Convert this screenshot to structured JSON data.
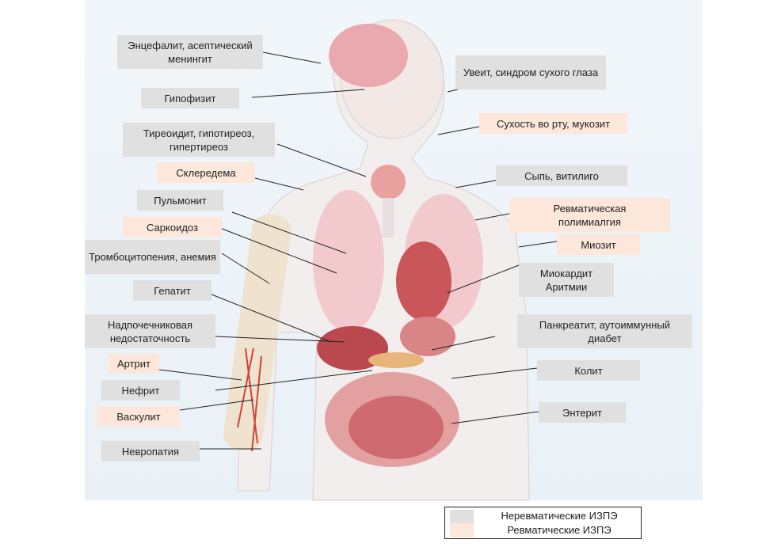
{
  "labels": {
    "encephalitis": "Энцефалит, асептический менингит",
    "hypophysitis": "Гипофизит",
    "thyroiditis": "Тиреоидит, гипотиреоз, гипертиреоз",
    "scleredema": "Склередема",
    "pneumonitis": "Пульмонит",
    "sarcoidosis": "Саркоидоз",
    "thrombocytopenia": "Тромбоцитопения, анемия",
    "hepatitis": "Гепатит",
    "adrenal": "Надпочечниковая недостаточность",
    "arthritis": "Артрит",
    "nephritis": "Нефрит",
    "vasculitis": "Васкулит",
    "neuropathy": "Невропатия",
    "uveitis": "Увеит, синдром сухого глаза",
    "dry_mouth": "Сухость во рту, мукозит",
    "rash": "Сыпь, витилиго",
    "pmr": "Ревматическая полимиалгия",
    "myositis": "Миозит",
    "myocarditis": "Миокардит Аритмии",
    "pancreatitis": "Панкреатит, аутоиммунный диабет",
    "colitis": "Колит",
    "enteritis": "Энтерит"
  },
  "legend": {
    "nonrheumatic": "Неревматические ИЗПЭ",
    "rheumatic": "Ревматические ИЗПЭ"
  },
  "colors": {
    "nonrheumatic": "#e0e0e0",
    "rheumatic": "#fde7da"
  }
}
